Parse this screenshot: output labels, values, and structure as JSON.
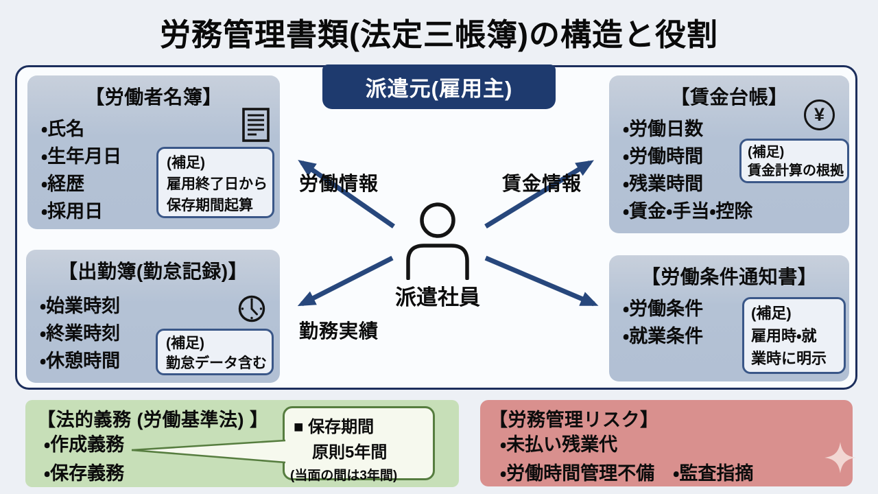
{
  "title": "労務管理書類(法定三帳簿)の構造と役割",
  "header": {
    "label": "派遣元(雇用主)"
  },
  "center": {
    "label": "派遣社員"
  },
  "arrows": {
    "labor_info": "労働情報",
    "wage_info": "賃金情報",
    "work_record": "勤務実績"
  },
  "boxes": {
    "roster": {
      "title": "【労働者名簿】",
      "icon": "document-icon",
      "items": [
        "・氏名",
        "・生年月日",
        "・経歴",
        "・採用日"
      ],
      "note": [
        "(補足)",
        "雇用終了日から",
        "保存期間起算"
      ]
    },
    "wage": {
      "title": "【賃金台帳】",
      "icon": "yen-circle-icon",
      "icon_glyph": "¥",
      "items": [
        "・労働日数",
        "・労働時間",
        "・残業時間",
        "・賃金・手当・控除"
      ],
      "note": [
        "(補足)",
        "賃金計算の根拠"
      ]
    },
    "attendance": {
      "title": "【出勤簿(勤怠記録)】",
      "icon": "clock-icon",
      "items": [
        "・始業時刻",
        "・終業時刻",
        "・休憩時間"
      ],
      "note": [
        "(補足)",
        "勤怠データ含む"
      ]
    },
    "conditions": {
      "title": "【労働条件通知書】",
      "items": [
        "・労働条件",
        "・就業条件"
      ],
      "note": [
        "(補足)",
        "雇用時・就",
        "業時に明示"
      ]
    }
  },
  "legal": {
    "title": "【法的義務 (労働基準法) 】",
    "items": [
      "・作成義務",
      "・保存義務"
    ],
    "callout": [
      "■ 保存期間",
      "原則5年間",
      "(当面の間は3年間)"
    ]
  },
  "risk": {
    "title": "【労務管理リスク】",
    "icon": "sparkle-icon",
    "items": [
      "・未払い残業代",
      "・労働時間管理不備　・監査指摘"
    ]
  },
  "colors": {
    "page_bg": "#edf0f5",
    "container_bg": "#fafcfe",
    "navy": "#1e3a6e",
    "navy_border": "#1c2e5c",
    "box_blue": "#b4c2d5",
    "note_border": "#3a5788",
    "arrow": "#27477c",
    "legal_green": "#c7dfb8",
    "callout_green_border": "#567d3f",
    "risk_red": "#d9908e",
    "sparkle_pink": "#f2d7d3"
  }
}
